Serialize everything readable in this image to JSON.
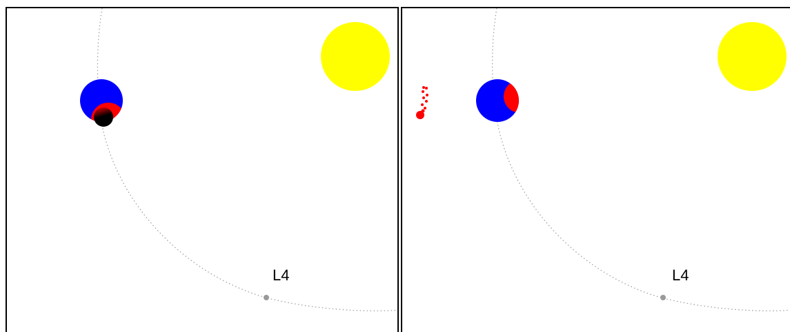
{
  "colors": {
    "sun": "#ffff00",
    "earth": "#0000ff",
    "impactor": "#ff0000",
    "body_dark": "#000000",
    "orbit": "#999999",
    "l4_point": "#999999"
  },
  "panels": [
    {
      "id": "left",
      "l4_label": "L4",
      "bodies": [
        "sun",
        "earth",
        "impactor",
        "dark-body",
        "orbit",
        "l4-point"
      ]
    },
    {
      "id": "right",
      "l4_label": "L4",
      "bodies": [
        "sun",
        "earth",
        "impact-region",
        "debris-trail",
        "orbit",
        "l4-point"
      ]
    }
  ]
}
